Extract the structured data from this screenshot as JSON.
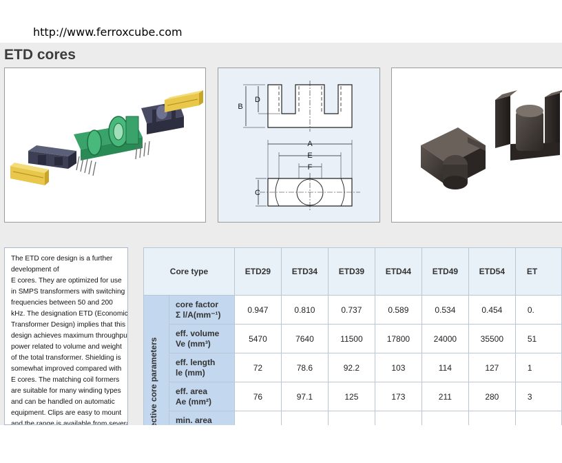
{
  "url": "http://www.ferroxcube.com",
  "section_title": "ETD cores",
  "diagram_labels": {
    "A": "A",
    "B": "B",
    "C": "C",
    "D": "D",
    "E": "E",
    "F": "F"
  },
  "description_lines": [
    "The ETD core design is a  further",
    "development of",
    "E cores. They are optimized for use",
    "in SMPS transformers with switching",
    "frequencies between 50 and 200",
    "kHz. The designation ETD (Economic",
    "Transformer Design) implies that this",
    "design achieves maximum throughput",
    "power related to volume and weight",
    "of the total transformer. Shielding is",
    "somewhat improved compared with",
    "E cores. The matching coil formers",
    "are suitable for many winding types",
    "and can be handled on automatic",
    "equipment. Clips are easy to mount",
    "and the range is available from several"
  ],
  "table": {
    "header_label": "Core type",
    "group_label": "effective core parameters",
    "core_types": [
      "ETD29",
      "ETD34",
      "ETD39",
      "ETD44",
      "ETD49",
      "ETD54",
      "ET"
    ],
    "rows": [
      {
        "name": "core factor",
        "symbol": "Σ l/A",
        "unit": "(mm⁻¹)",
        "values": [
          "0.947",
          "0.810",
          "0.737",
          "0.589",
          "0.534",
          "0.454",
          "0."
        ]
      },
      {
        "name": "eff. volume",
        "symbol": "Ve",
        "unit": "(mm³)",
        "values": [
          "5470",
          "7640",
          "11500",
          "17800",
          "24000",
          "35500",
          "51"
        ]
      },
      {
        "name": "eff. length",
        "symbol": "le",
        "unit": "(mm)",
        "values": [
          "72",
          "78.6",
          "92.2",
          "103",
          "114",
          "127",
          "1"
        ]
      },
      {
        "name": "eff. area",
        "symbol": "Ae",
        "unit": "(mm²)",
        "values": [
          "76",
          "97.1",
          "125",
          "173",
          "211",
          "280",
          "3"
        ]
      },
      {
        "name": "min. area",
        "symbol": "",
        "unit": "",
        "values": [
          "",
          "",
          "",
          "",
          "",
          "",
          ""
        ]
      }
    ]
  }
}
